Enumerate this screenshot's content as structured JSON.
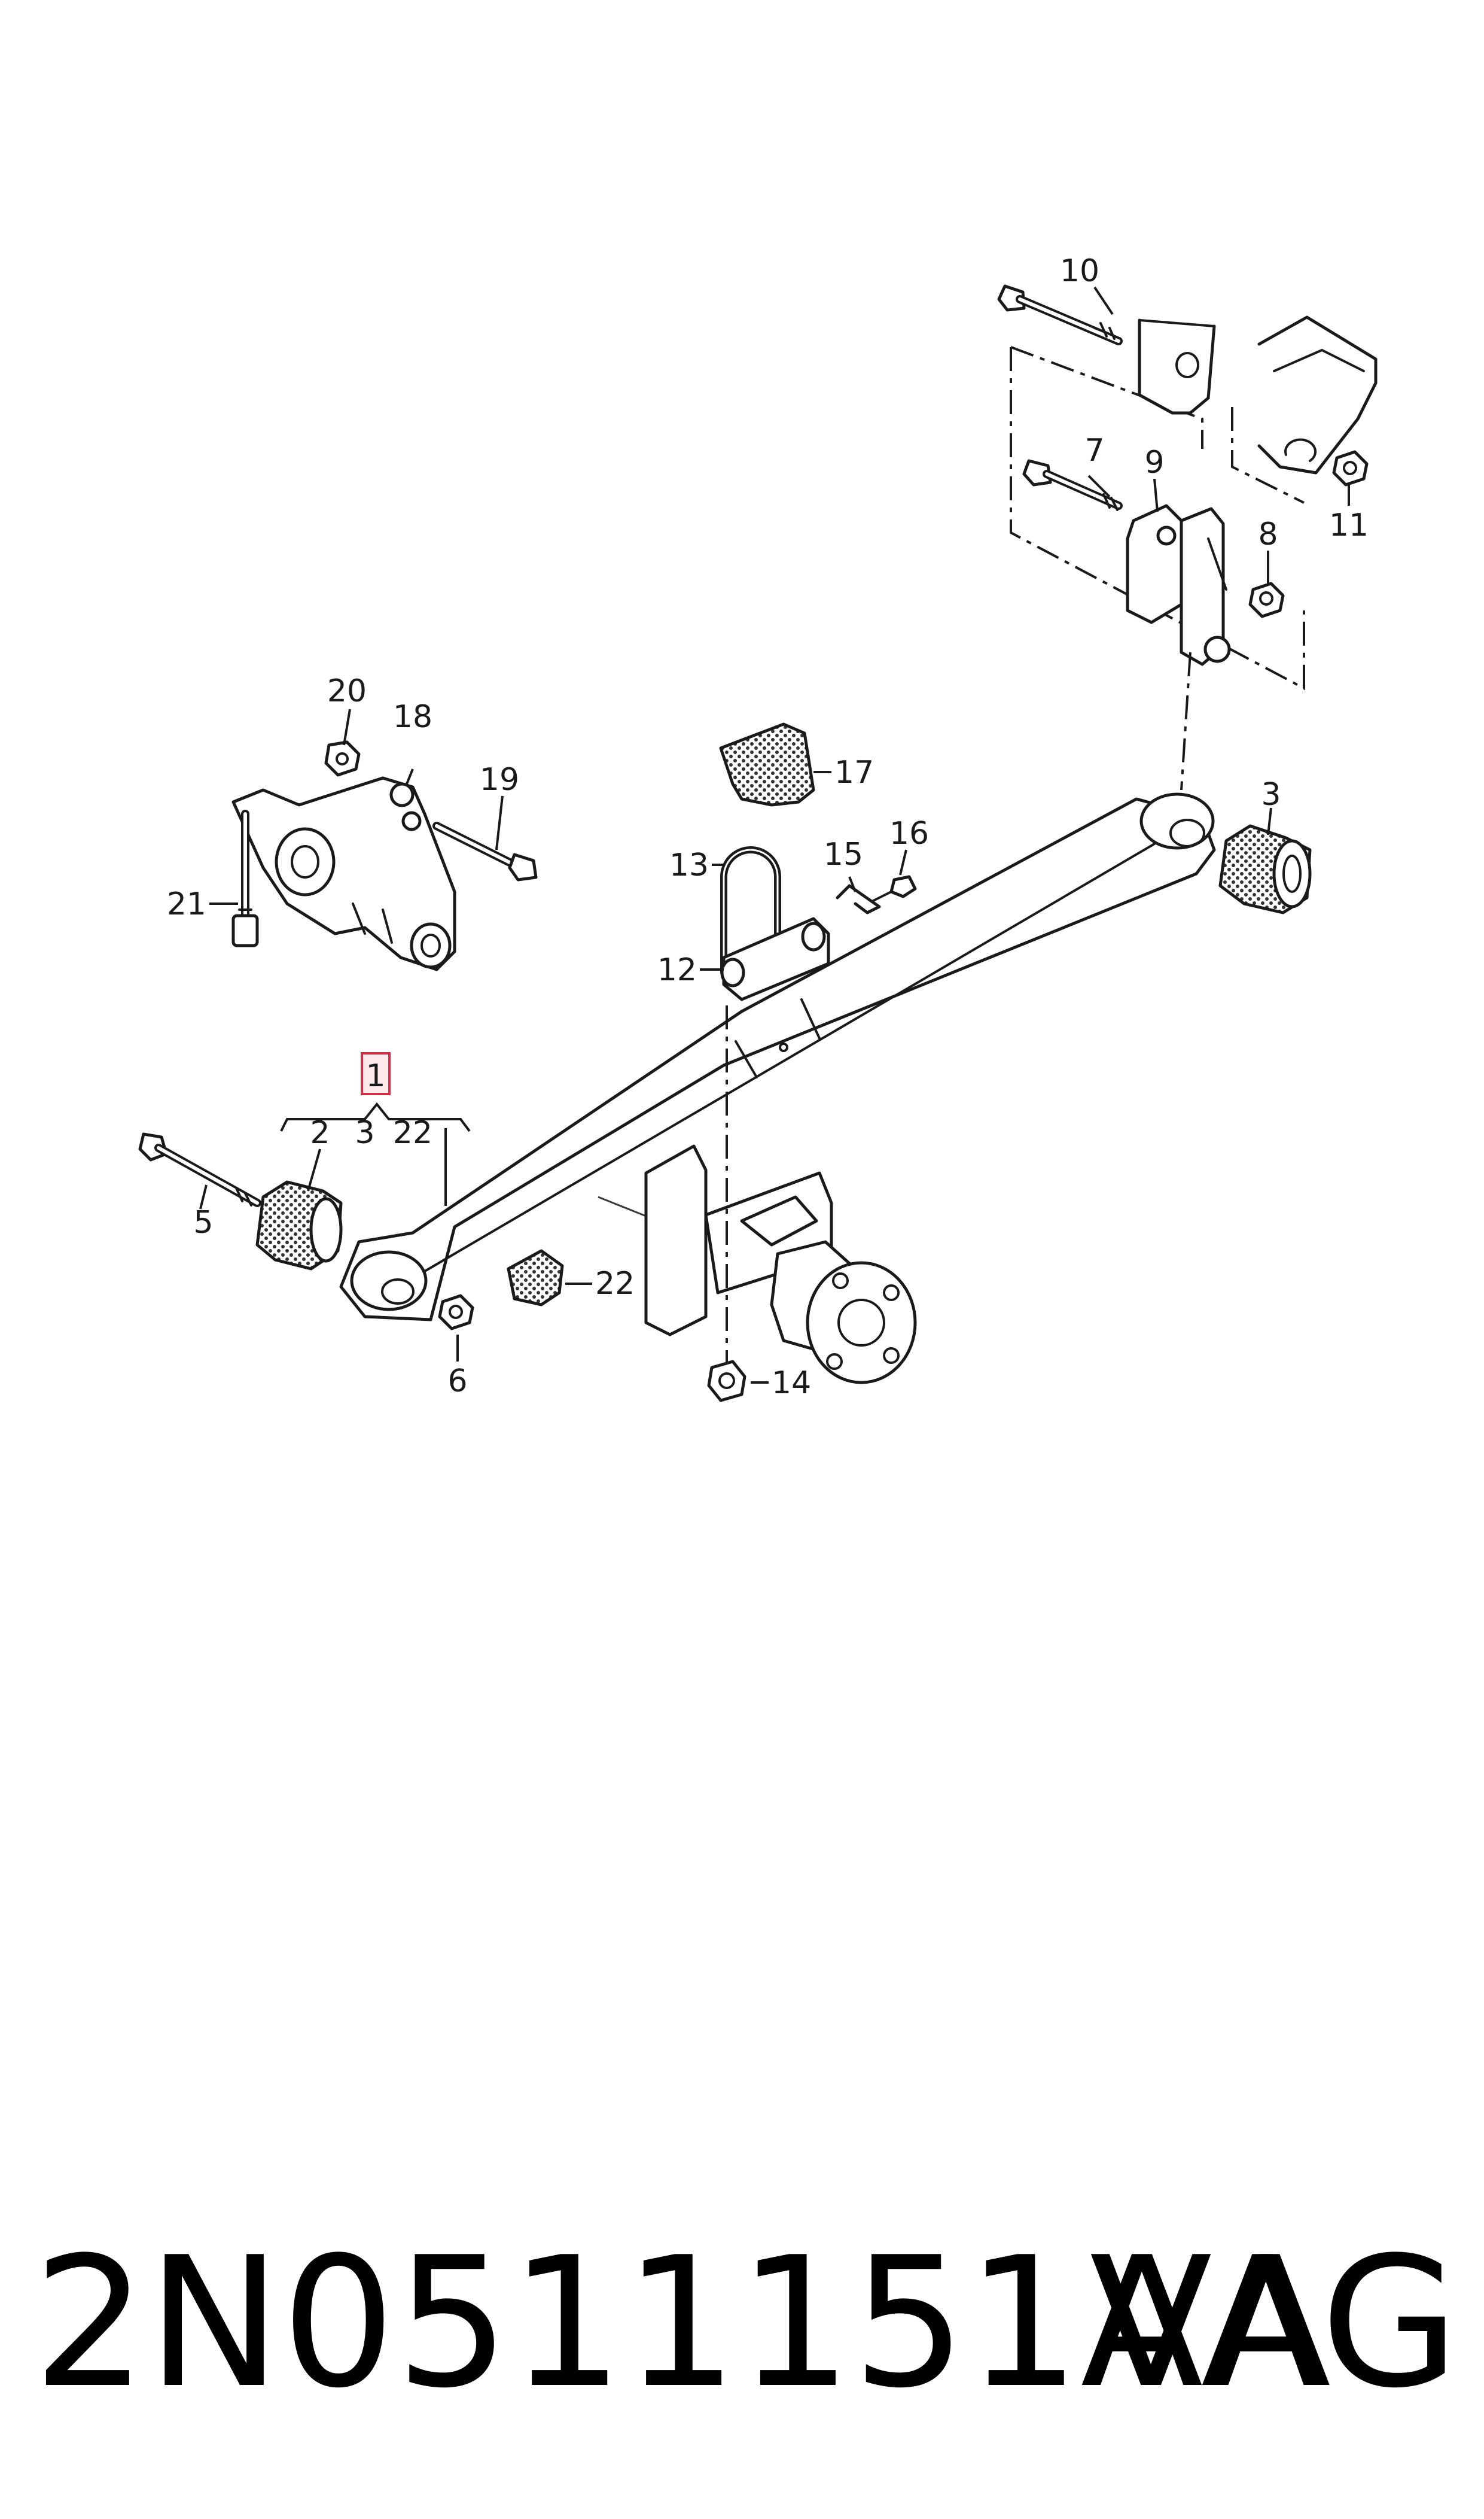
{
  "labels": {
    "p1": "1",
    "p2": "2",
    "p3a": "3",
    "p3b": "3",
    "p5": "5",
    "p6": "6",
    "p7": "7",
    "p8": "8",
    "p9": "9",
    "p10": "10",
    "p11": "11",
    "p12": "12",
    "p13": "13",
    "p14": "14",
    "p15": "15",
    "p16": "16",
    "p17": "17",
    "p18": "18",
    "p19": "19",
    "p20": "20",
    "p21": "21",
    "p22a": "22",
    "p22b": "22"
  },
  "highlighted_label": "1",
  "footer": {
    "part_number": "2N0511151AA",
    "brand": "VAG"
  }
}
